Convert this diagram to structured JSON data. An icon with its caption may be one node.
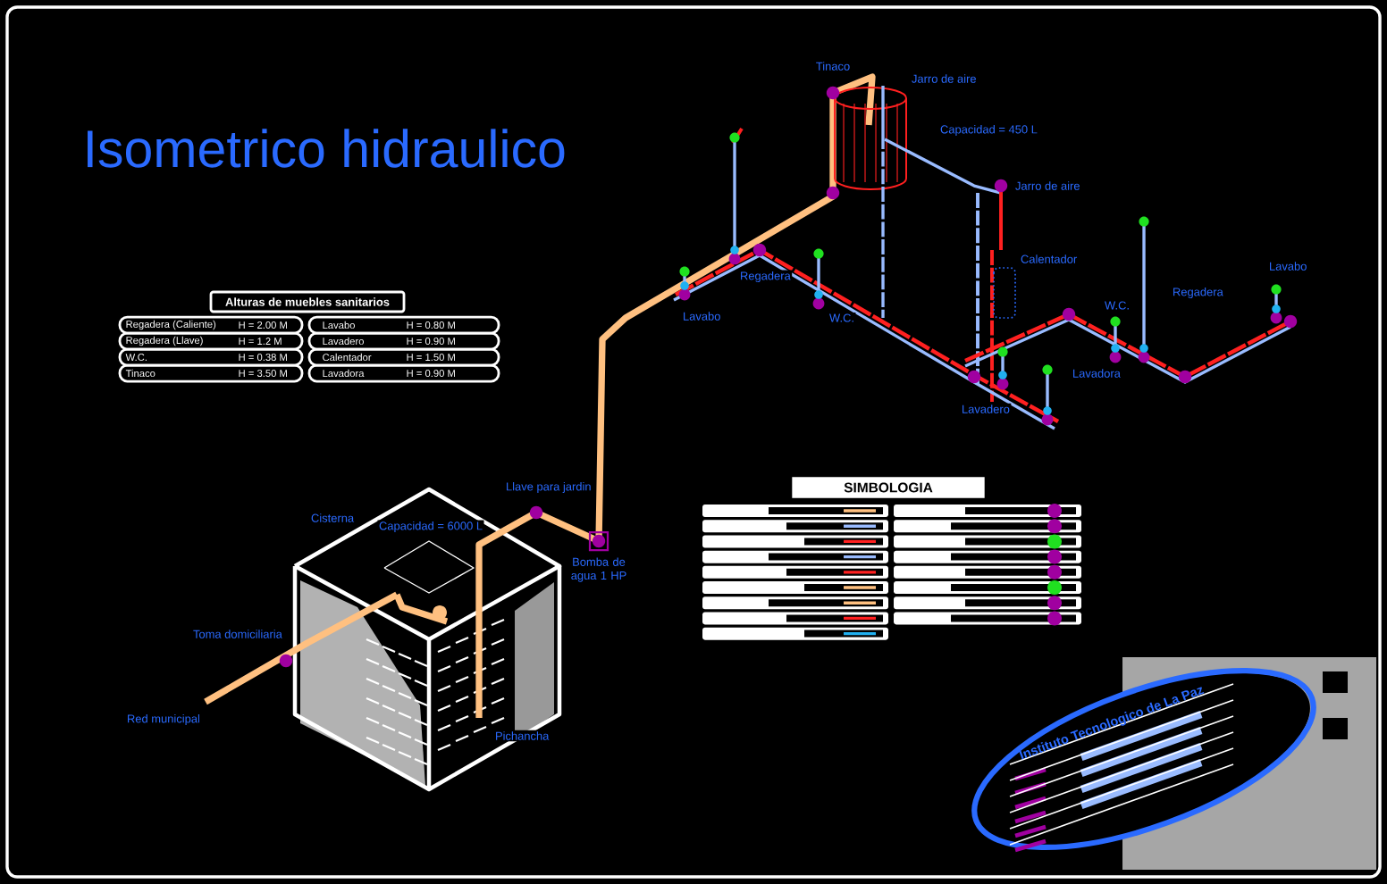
{
  "diagram": {
    "title": "Isometrico hidraulico",
    "labels": [
      "Alturas de muebles sanitarios",
      "Regadera (Caliente)",
      "H = 2.00 M",
      "Lavabo",
      "H = 0.80 M",
      "Regadera (Llave)",
      "H = 1.2 M",
      "Lavadero",
      "H = 0.90 M",
      "W.C.",
      "H = 0.38 M",
      "Calentador",
      "H = 1.50 M",
      "Tinaco",
      "H = 3.50 M",
      "Lavadora",
      "H = 0.90 M",
      "Tinaco",
      "Jarro de aire",
      "Capacidad = 450 L",
      "Jarro de aire",
      "Calentador",
      "Regadera",
      "Lavabo",
      "W.C.",
      "Lavadero",
      "Lavadora",
      "W.C.",
      "Regadera",
      "Lavabo",
      "Llave para jardin",
      "Bomba de agua 1 HP",
      "Cisterna",
      "Capacidad = 6000 L",
      "Toma domiciliaria",
      "Red municipal",
      "Pichancha",
      "SIMBOLOGIA",
      "Instituto Tecnologico de La Paz"
    ]
  }
}
